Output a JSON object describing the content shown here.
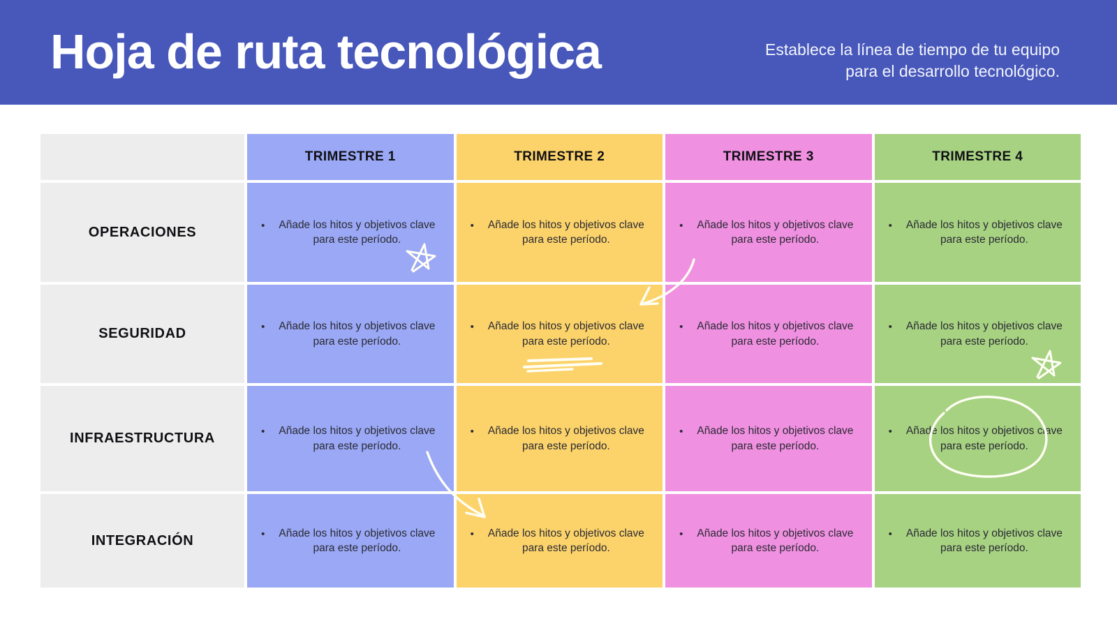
{
  "banner": {
    "title": "Hoja de ruta tecnológica",
    "subtitle": "Establece la línea de tiempo de tu equipo para el desarrollo tecnológico."
  },
  "table": {
    "bullet": "•",
    "column_headers": [
      "TRIMESTRE 1",
      "TRIMESTRE 2",
      "TRIMESTRE 3",
      "TRIMESTRE 4"
    ],
    "rows": [
      {
        "label": "OPERACIONES",
        "cells": [
          "Añade los hitos y objetivos clave para este período.",
          "Añade los hitos y objetivos clave para este período.",
          "Añade los hitos y objetivos clave para este período.",
          "Añade los hitos y objetivos clave para este período."
        ]
      },
      {
        "label": "SEGURIDAD",
        "cells": [
          "Añade los hitos y objetivos clave para este período.",
          "Añade los hitos y objetivos clave para este período.",
          "Añade los hitos y objetivos clave para este período.",
          "Añade los hitos y objetivos clave para este período."
        ]
      },
      {
        "label": "INFRAESTRUCTURA",
        "cells": [
          "Añade los hitos y objetivos clave para este período.",
          "Añade los hitos y objetivos clave para este período.",
          "Añade los hitos y objetivos clave para este período.",
          "Añade los hitos y objetivos clave para este período."
        ]
      },
      {
        "label": "INTEGRACIÓN",
        "cells": [
          "Añade los hitos y objetivos clave para este período.",
          "Añade los hitos y objetivos clave para este período.",
          "Añade los hitos y objetivos clave para este período.",
          "Añade los hitos y objetivos clave para este período."
        ]
      }
    ]
  },
  "colors": {
    "banner": "#4858ba",
    "quarter1": "#9aa8f5",
    "quarter2": "#fcd36a",
    "quarter3": "#f090e1",
    "quarter4": "#a7d282",
    "row_label_bg": "#ededed",
    "annotation_stroke": "#fffef4",
    "cell_text": "#2a2a33"
  },
  "annotations": [
    "star-scribble-operaciones-q1",
    "arrow-q3-operaciones-to-q2-seguridad",
    "underline-scribble-seguridad-q2",
    "star-scribble-seguridad-q4",
    "circle-scribble-infraestructura-q4",
    "arrow-q1-infraestructura-to-q2-integracion"
  ]
}
